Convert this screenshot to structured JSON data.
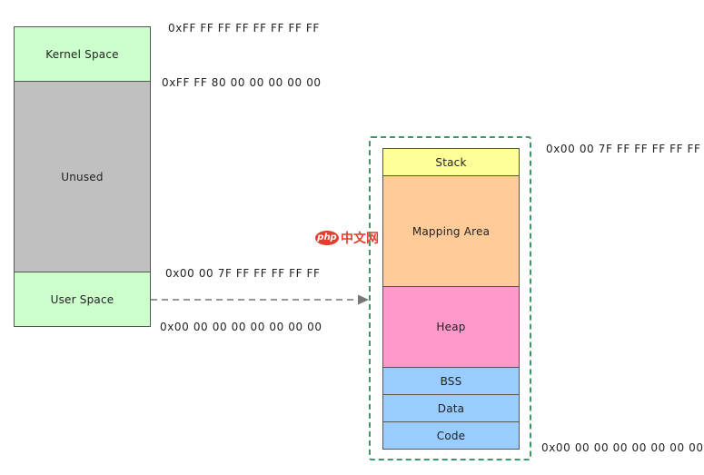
{
  "left_column": {
    "kernel_space": "Kernel Space",
    "unused": "Unused",
    "user_space": "User Space",
    "addr_top": "0xFF FF FF FF FF FF FF FF",
    "addr_kernel_start": "0xFF FF 80 00 00 00 00 00",
    "addr_user_end": "0x00 00 7F FF FF FF FF FF",
    "addr_bottom": "0x00 00 00 00 00 00 00 00"
  },
  "right_column": {
    "stack": "Stack",
    "mapping_area": "Mapping Area",
    "heap": "Heap",
    "bss": "BSS",
    "data": "Data",
    "code": "Code",
    "addr_top": "0x00 00 7F FF FF FF FF FF",
    "addr_bottom": "0x00 00 00 00 00 00 00 00"
  },
  "watermark": {
    "logo_text": "php",
    "site_text": "中文网"
  },
  "colors": {
    "kernel_space": "#ccffcc",
    "unused": "#c0c0c0",
    "user_space": "#ccffcc",
    "stack": "#ffff99",
    "mapping_area": "#ffcc99",
    "heap": "#ff99cc",
    "bss": "#99ccff",
    "data": "#99ccff",
    "code": "#99ccff",
    "dashed_border": "#3a9a66",
    "arrow": "#777777",
    "watermark": "#e23d2f"
  }
}
